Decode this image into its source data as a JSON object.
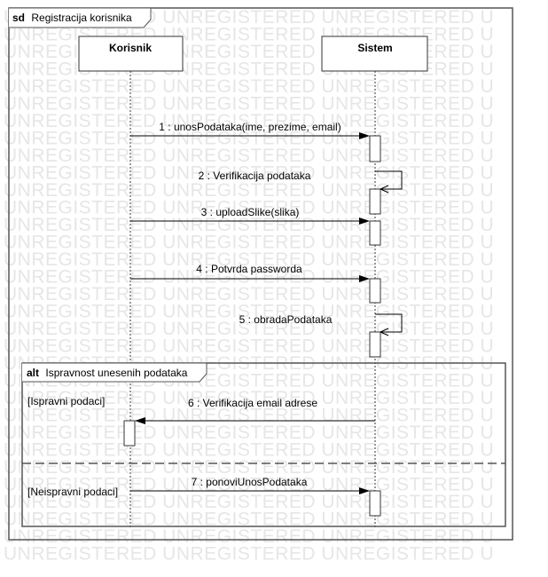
{
  "watermark": "UNREGISTERED UNREGISTERED UNREGISTERED U",
  "frame": {
    "keyword": "sd",
    "title": "Registracija korisnika"
  },
  "lifelines": [
    {
      "name": "Korisnik"
    },
    {
      "name": "Sistem"
    }
  ],
  "messages": [
    {
      "label": "1 : unosPodataka(ime, prezime, email)"
    },
    {
      "label": "2 : Verifikacija podataka"
    },
    {
      "label": "3 : uploadSlike(slika)"
    },
    {
      "label": "4 : Potvrda passworda"
    },
    {
      "label": "5 : obradaPodataka"
    },
    {
      "label": "6 : Verifikacija email adrese"
    },
    {
      "label": "7 : ponoviUnosPodataka"
    }
  ],
  "fragment": {
    "keyword": "alt",
    "title": "Ispravnost unesenih podataka",
    "guards": [
      "[Ispravni podaci]",
      "[Neispravni podaci]"
    ]
  }
}
